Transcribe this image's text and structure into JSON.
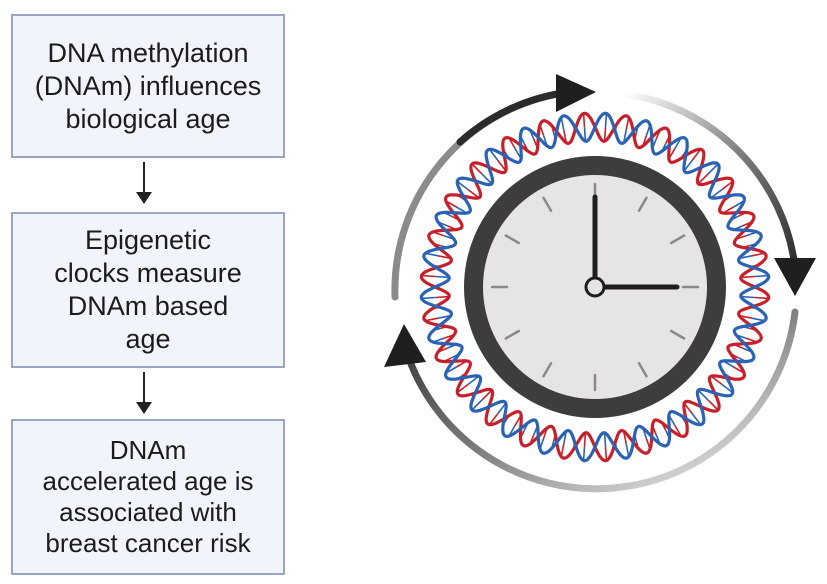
{
  "flow": {
    "step1": "DNA methylation\n(DNAm) influences\nbiological age",
    "step2": "Epigenetic\nclocks measure\nDNAm based\nage",
    "step3": "DNAm\naccelerated age is\nassociated with\nbreast cancer risk"
  },
  "icons": {
    "clock": "clock-icon",
    "dna_ring": "dna-helix-ring-icon",
    "cycle_arrows": "cycle-arrows-icon"
  },
  "colors": {
    "box_fill": "#f1f4fa",
    "box_border": "#9aa5c4",
    "dna_red": "#c8202a",
    "dna_blue": "#2a62b4",
    "clock_bezel": "#3d3d3d",
    "clock_face": "#e6e4e4",
    "cycle_arrow": "#2b2b2b"
  },
  "clock": {
    "time_hours": 3,
    "time_minutes": 0
  }
}
